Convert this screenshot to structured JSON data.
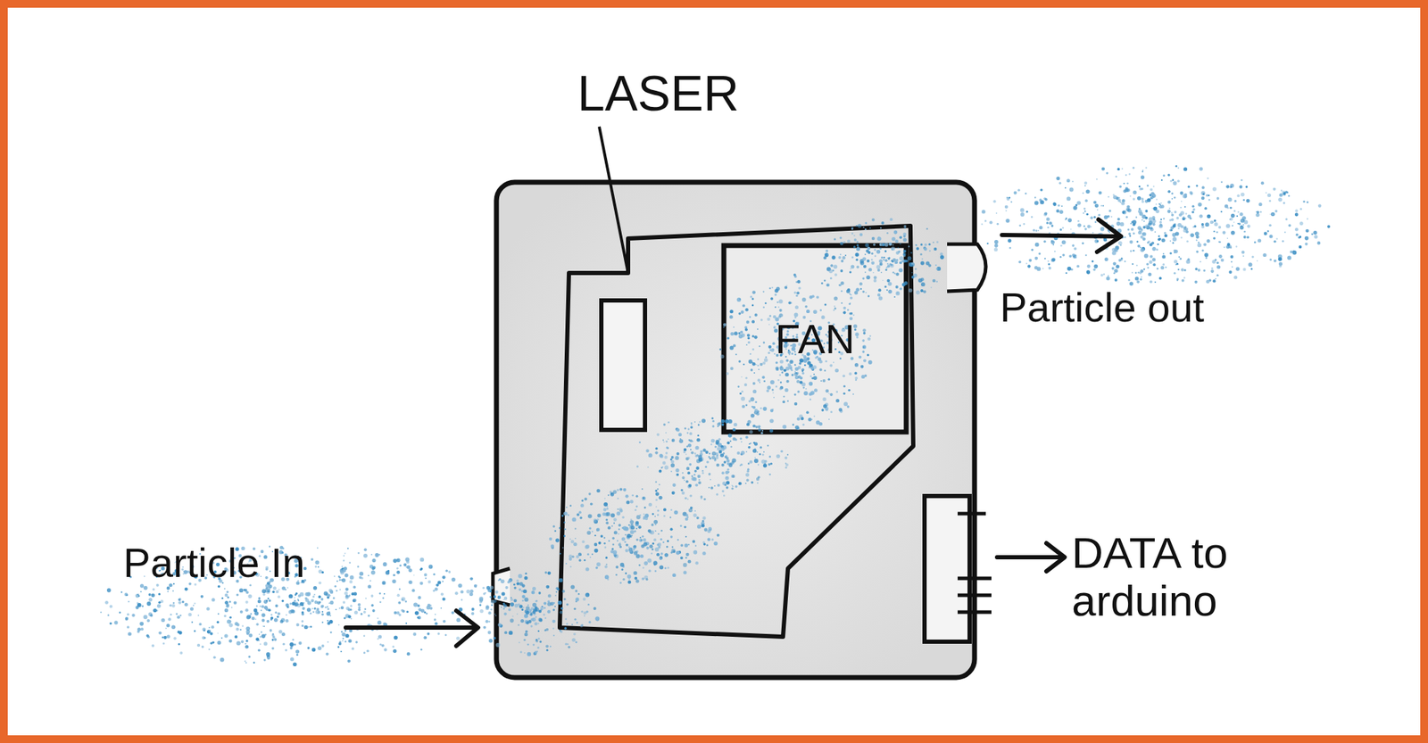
{
  "diagram": {
    "nodes": [
      {
        "text": [
          "FAN"
        ]
      }
    ],
    "labels": [
      "LASER",
      "Particle In",
      "Particle out",
      "DATA to arduino"
    ]
  }
}
